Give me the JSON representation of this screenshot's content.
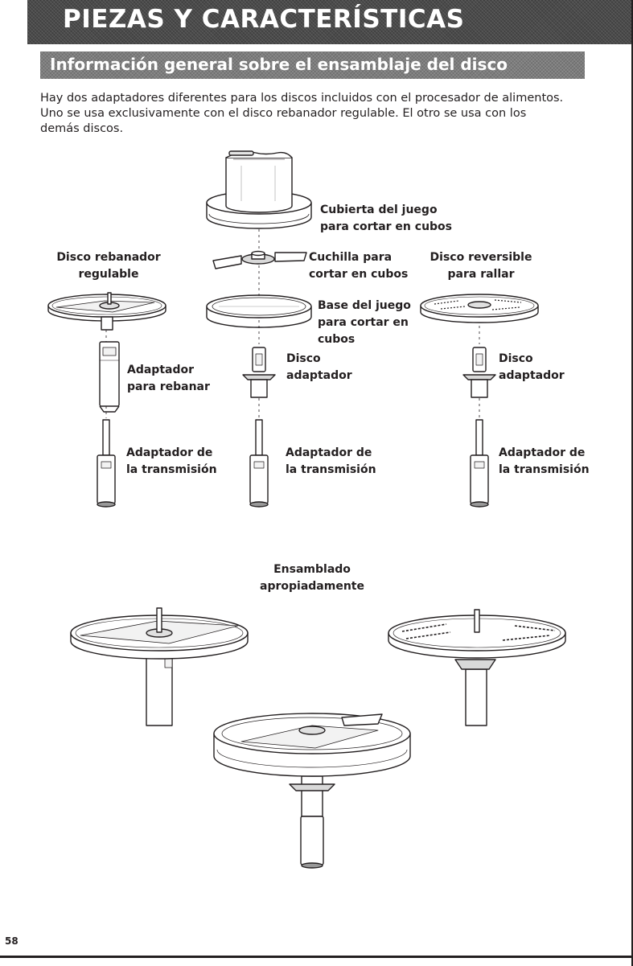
{
  "header": {
    "title": "PIEZAS Y CARACTERÍSTICAS",
    "subtitle": "Información general sobre el ensamblaje del disco"
  },
  "intro_lines": [
    "Hay dos adaptadores diferentes para los discos incluidos con el procesador de alimentos.",
    "Uno se usa exclusivamente con el disco rebanador regulable. El otro se usa con los",
    "demás discos."
  ],
  "labels": {
    "dicing_cover": [
      "Cubierta del juego",
      "para cortar en cubos"
    ],
    "slicing_disc": [
      "Disco rebanador",
      "regulable"
    ],
    "dicing_blade": [
      "Cuchilla para",
      "cortar en cubos"
    ],
    "shredding_disc": [
      "Disco reversible",
      "para rallar"
    ],
    "dicing_base": [
      "Base del juego",
      "para cortar en",
      "cubos"
    ],
    "slicing_adapter": [
      "Adaptador",
      "para rebanar"
    ],
    "disc_adapter_center": [
      "Disco",
      "adaptador"
    ],
    "disc_adapter_right": [
      "Disco",
      "adaptador"
    ],
    "drive_adapter_left": [
      "Adaptador de",
      "la transmisión"
    ],
    "drive_adapter_center": [
      "Adaptador de",
      "la transmisión"
    ],
    "drive_adapter_right": [
      "Adaptador de",
      "la transmisión"
    ],
    "assembled": [
      "Ensamblado",
      "apropiadamente"
    ]
  },
  "page_number": "58"
}
